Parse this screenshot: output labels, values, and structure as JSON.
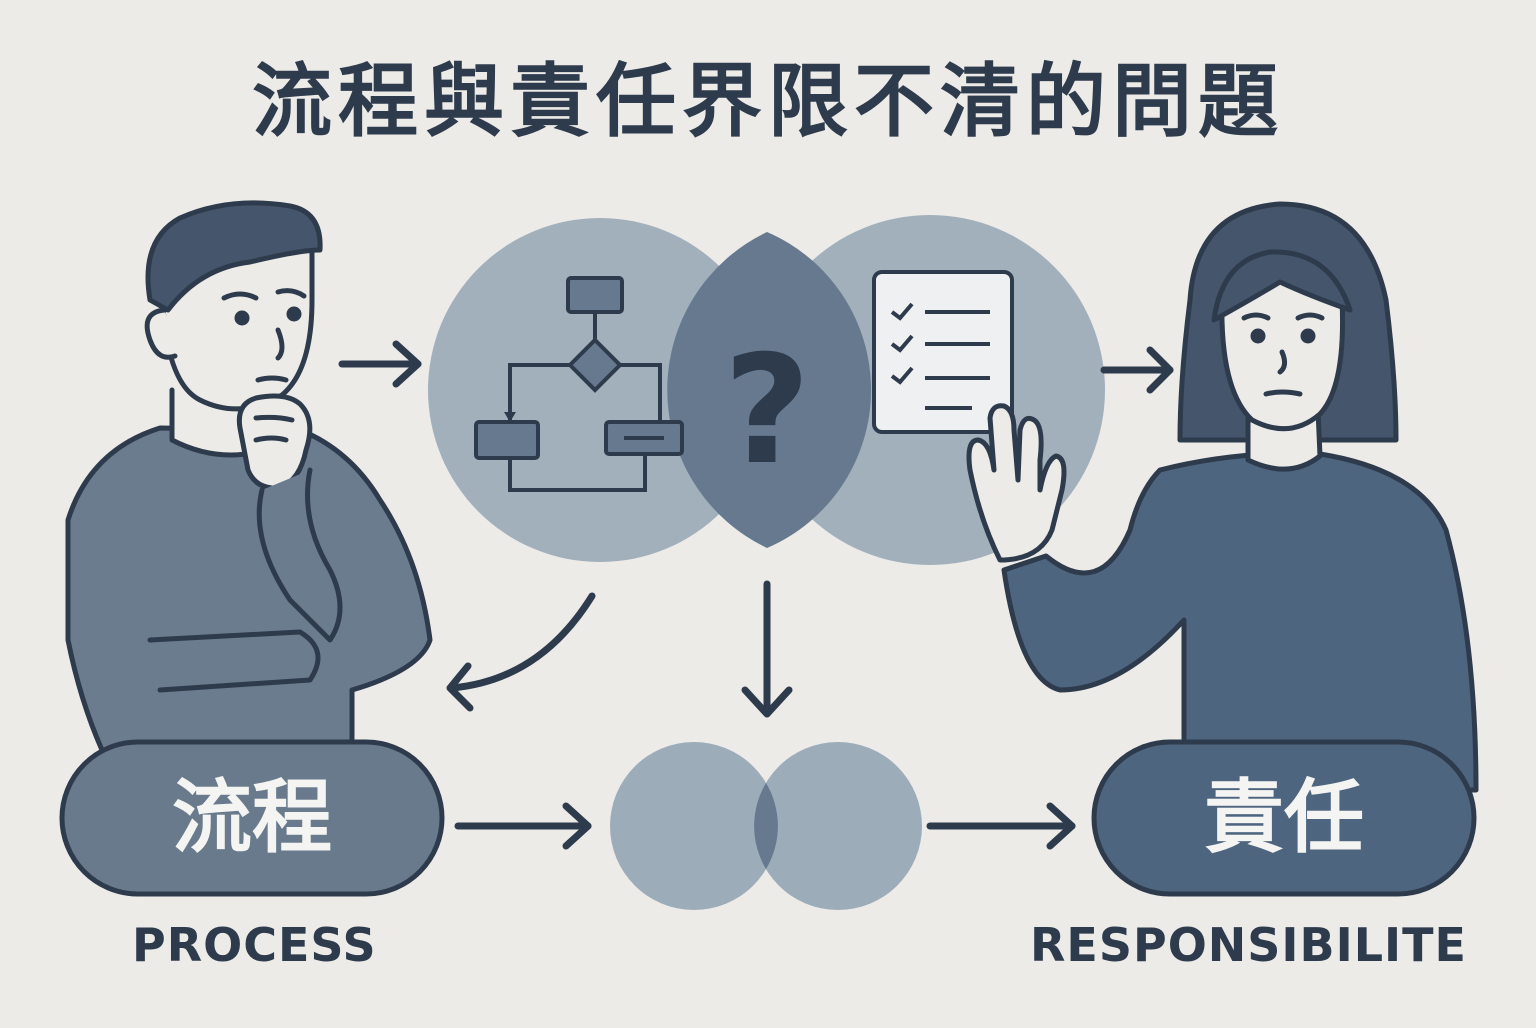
{
  "title": "流程與責任界限不清的問題",
  "venn_top": {
    "left_circle": "flowchart",
    "right_circle": "checklist",
    "overlap_symbol": "?"
  },
  "left_pill": {
    "label": "流程"
  },
  "right_pill": {
    "label": "責任"
  },
  "captions": {
    "left": "PROCESS",
    "right": "RESPONSIBILITE"
  },
  "people": {
    "left": "confused-man",
    "right": "woman-stop-gesture"
  },
  "colors": {
    "background": "#ecebe8",
    "ink": "#2e3b4c",
    "circle_fill": "#8a9cad",
    "overlap_fill": "#66798f",
    "left_pill": "#687a8c",
    "right_pill": "#4e6580",
    "shirt_left": "#6b7c8f",
    "shirt_right": "#4e6580"
  }
}
